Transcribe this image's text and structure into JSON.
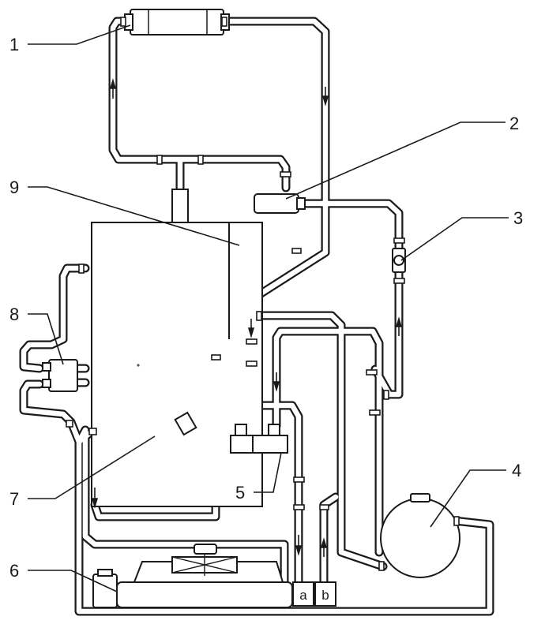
{
  "callouts": {
    "c1": "1",
    "c2": "2",
    "c3": "3",
    "c4": "4",
    "c5": "5",
    "c6": "6",
    "c7": "7",
    "c8": "8",
    "c9": "9"
  },
  "valve_labels": {
    "a": "a",
    "b": "b"
  }
}
